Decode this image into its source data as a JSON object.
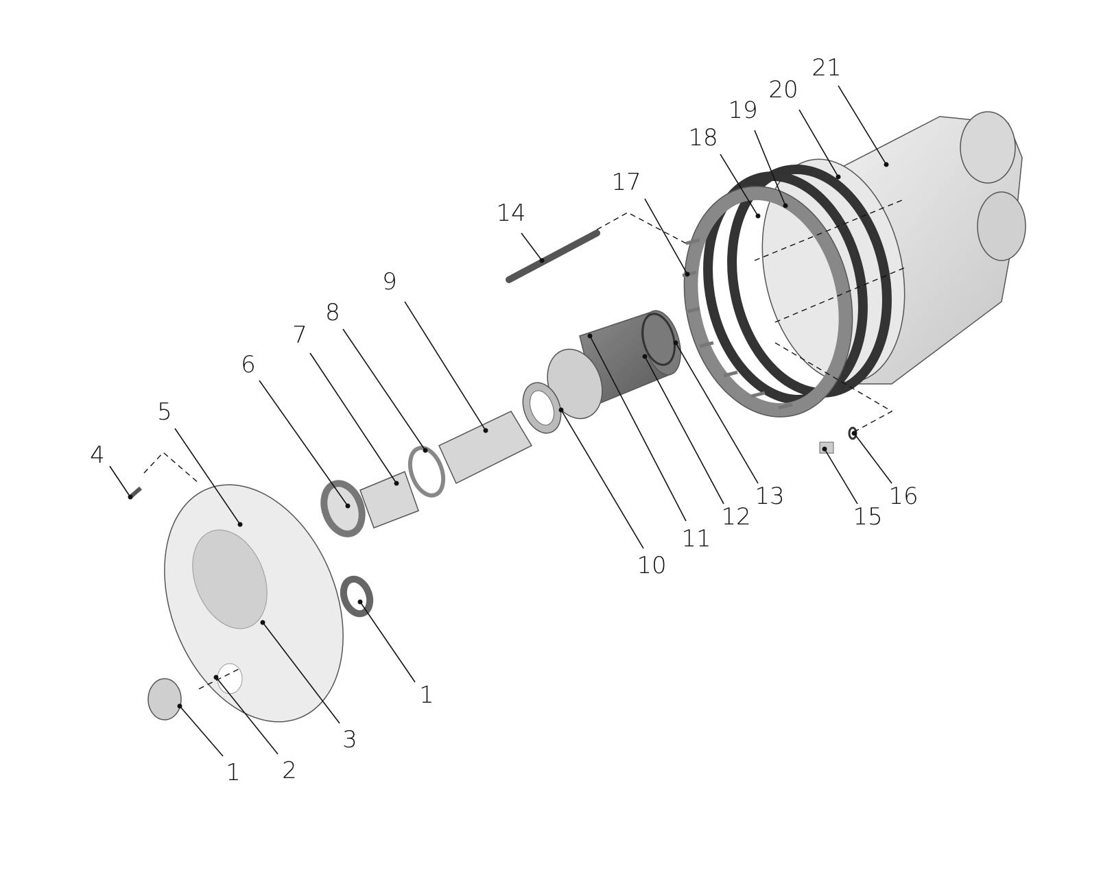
{
  "title": "Exploded parts diagram",
  "callouts": [
    {
      "label": "1"
    },
    {
      "label": "1"
    },
    {
      "label": "2"
    },
    {
      "label": "3"
    },
    {
      "label": "4"
    },
    {
      "label": "5"
    },
    {
      "label": "6"
    },
    {
      "label": "7"
    },
    {
      "label": "8"
    },
    {
      "label": "9"
    },
    {
      "label": "10"
    },
    {
      "label": "11"
    },
    {
      "label": "12"
    },
    {
      "label": "13"
    },
    {
      "label": "14"
    },
    {
      "label": "15"
    },
    {
      "label": "16"
    },
    {
      "label": "17"
    },
    {
      "label": "18"
    },
    {
      "label": "19"
    },
    {
      "label": "20"
    },
    {
      "label": "21"
    }
  ],
  "colors": {
    "light_part": "#e4e4e4",
    "mid_part": "#bdbdbd",
    "dark_part": "#6e6e6e",
    "gasket": "#3a3a3a"
  }
}
